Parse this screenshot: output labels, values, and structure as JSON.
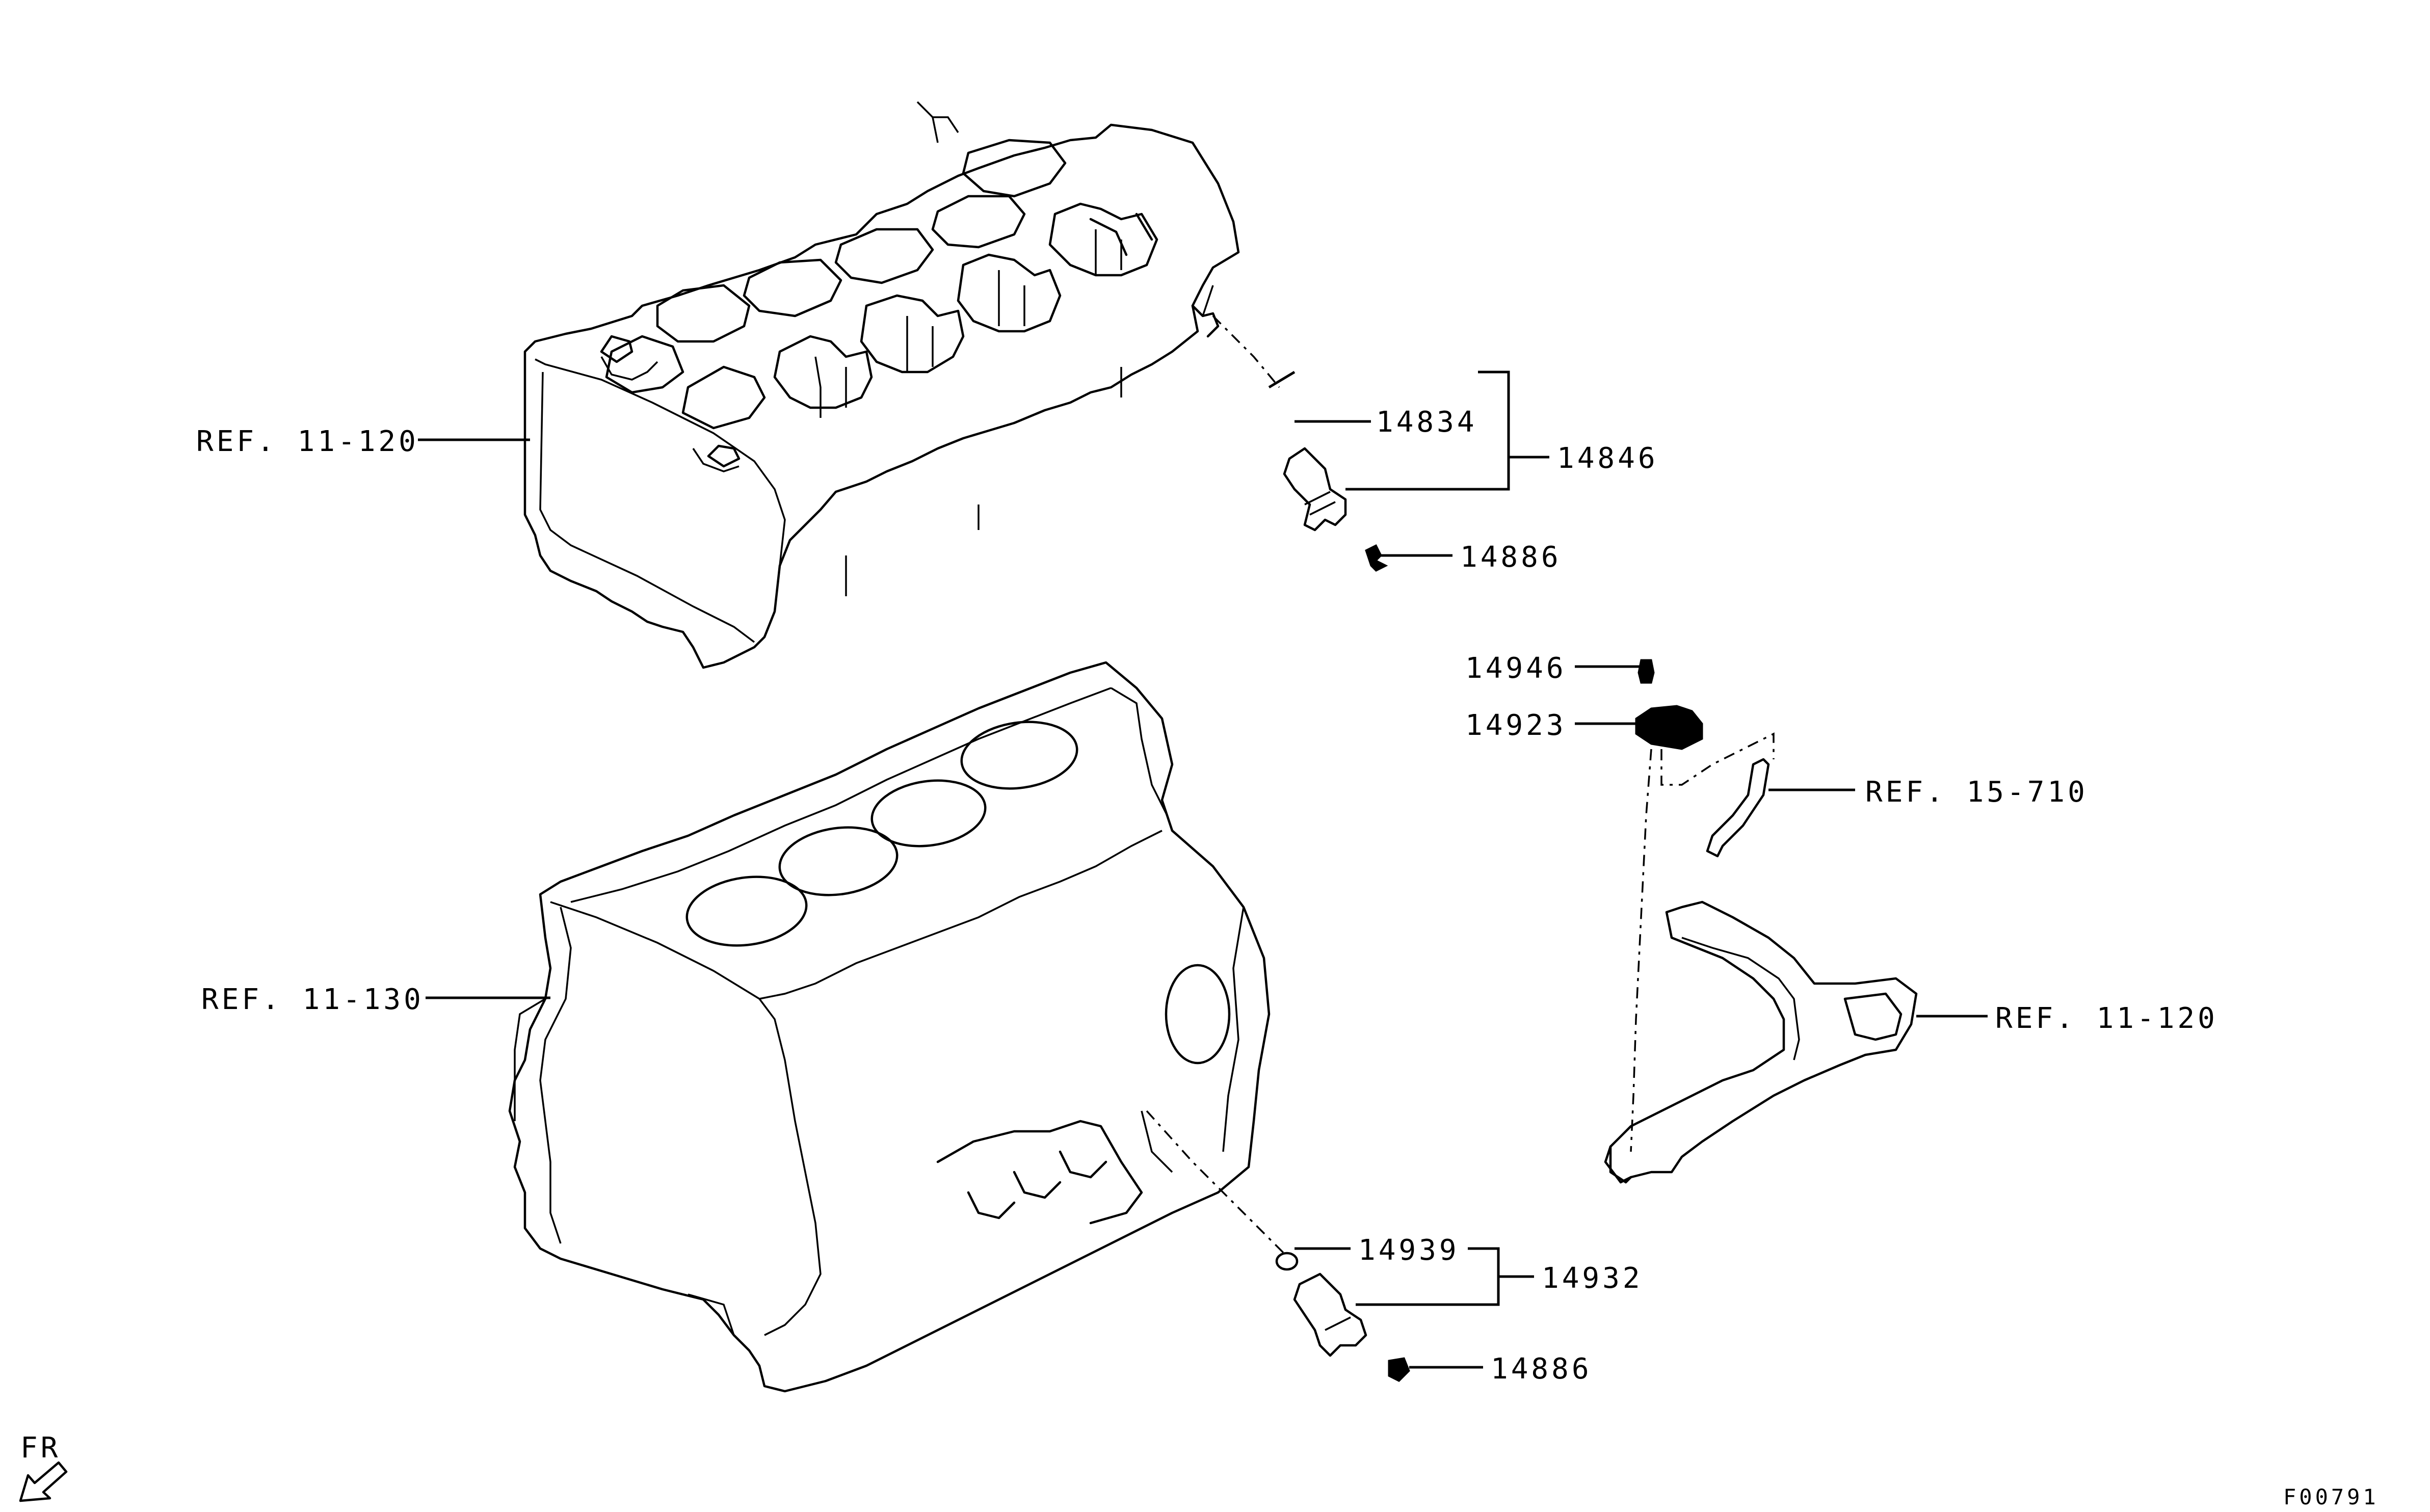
{
  "labels": {
    "ref_head": "REF. 11-120",
    "ref_block": "REF. 11-130",
    "ref_hose": "REF. 15-710",
    "ref_bracket": "REF. 11-120",
    "p14834": "14834",
    "p14846": "14846",
    "p14886_top": "14886",
    "p14946": "14946",
    "p14923": "14923",
    "p14939": "14939",
    "p14932": "14932",
    "p14886_bottom": "14886",
    "front": "FR",
    "figure_id": "F00791"
  }
}
